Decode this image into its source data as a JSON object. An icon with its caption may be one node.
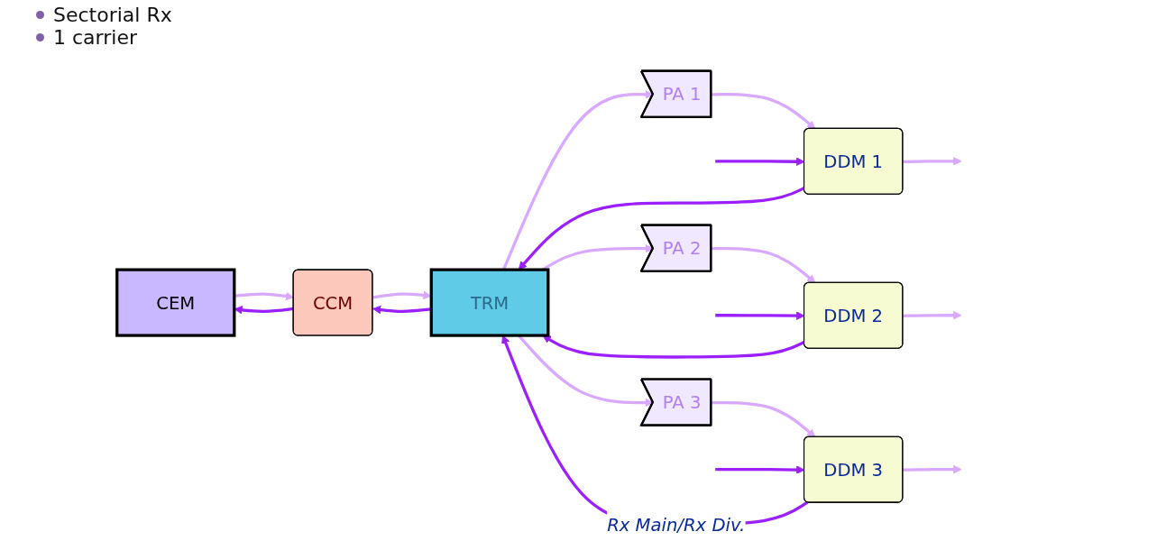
{
  "diagram": {
    "nodes": [
      {
        "text": [
          "CEM"
        ]
      },
      {
        "text": [
          "CCM"
        ]
      },
      {
        "text": [
          "TRM"
        ]
      },
      {
        "text": [
          "PA 1"
        ]
      },
      {
        "text": [
          "DDM 1"
        ]
      },
      {
        "text": [
          "PA 2"
        ]
      },
      {
        "text": [
          "DDM 2"
        ]
      },
      {
        "text": [
          "PA 3"
        ]
      },
      {
        "text": [
          "DDM 3"
        ]
      }
    ],
    "edges": [
      {
        "from": 0,
        "to": 1,
        "arrow": "to"
      },
      {
        "from": 1,
        "to": 0,
        "arrow": "to",
        "color": "#9b1fff"
      },
      {
        "from": 1,
        "to": 2,
        "arrow": "to"
      },
      {
        "from": 2,
        "to": 1,
        "arrow": "to",
        "color": "#9b1fff"
      },
      {
        "from": 4,
        "to": 2,
        "arrow": "to",
        "color": "#9b1fff"
      },
      {
        "from": 2,
        "to": 3,
        "arrow": "to"
      },
      {
        "from": 3,
        "to": 4,
        "arrow": "to"
      },
      {
        "from": null,
        "to": 4,
        "arrow": "to",
        "color": "#9b1fff"
      },
      {
        "from": 4,
        "to": null,
        "arrow": "to"
      },
      {
        "from": 6,
        "to": 2,
        "arrow": "to",
        "color": "#9b1fff"
      },
      {
        "from": 2,
        "to": 5,
        "arrow": "to"
      },
      {
        "from": 5,
        "to": 6,
        "arrow": "to"
      },
      {
        "from": null,
        "to": 6,
        "arrow": "to",
        "color": "#9b1fff"
      },
      {
        "from": 6,
        "to": null,
        "arrow": "to"
      },
      {
        "from": 8,
        "to": 2,
        "arrow": "to",
        "label": "Rx Main/Rx Div.",
        "color": "#9b1fff"
      },
      {
        "from": 2,
        "to": 7,
        "arrow": "to"
      },
      {
        "from": 7,
        "to": 8,
        "arrow": "to"
      },
      {
        "from": null,
        "to": 8,
        "arrow": "to",
        "color": "#9b1fff"
      },
      {
        "from": 8,
        "to": null,
        "arrow": "to"
      }
    ],
    "labels": [
      "Sectorial Rx",
      "1 carrier"
    ]
  }
}
